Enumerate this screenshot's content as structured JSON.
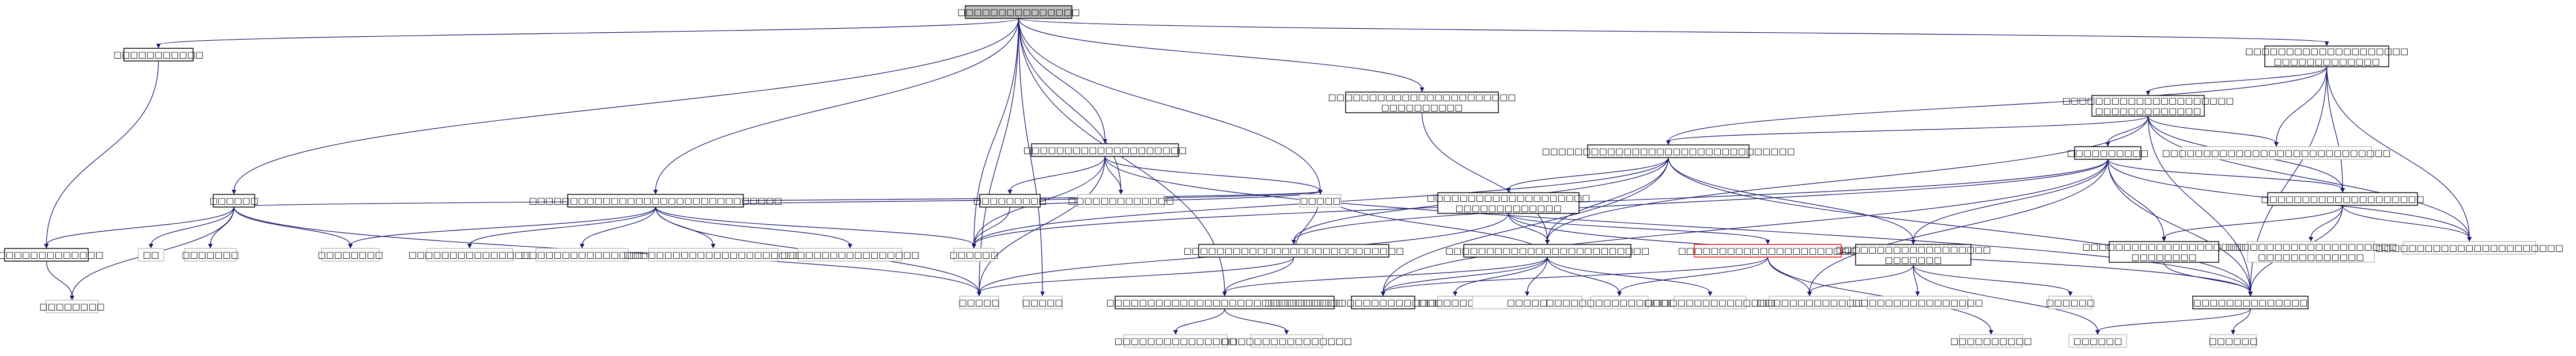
{
  "graph": {
    "edge_color": "#191970",
    "root_fill": "#bfbfbf",
    "leaf_border": "#bfbfbf",
    "highlight_border": "#ff0000",
    "nodes": [
      {
        "id": "root",
        "label": "□□□□□□□□□□□□□□□",
        "style": "root"
      },
      {
        "id": "n_a1",
        "label": "□□□□□□□□□□□",
        "style": "normal"
      },
      {
        "id": "n_a2",
        "label": "□□□□□□□□□□□□□□",
        "style": "normal"
      },
      {
        "id": "n_a3",
        "label": "□□□□□□□□",
        "style": "leaf"
      },
      {
        "id": "n_b1",
        "label": "□□□□□□",
        "style": "normal"
      },
      {
        "id": "n_b2",
        "label": "□□",
        "style": "leaf"
      },
      {
        "id": "n_b3",
        "label": "□□□□□□□",
        "style": "leaf"
      },
      {
        "id": "n_b4",
        "label": "□□□□□□□□",
        "style": "leaf"
      },
      {
        "id": "n_c1",
        "label": "□□□□□□□□□□□□□□□□□□□□□□□□□□□□□□□",
        "style": "normal"
      },
      {
        "id": "n_c2",
        "label": "□□□□□□□□□□□□□□□",
        "style": "leaf"
      },
      {
        "id": "n_c3",
        "label": "□□□□□□□□□□□□□□□",
        "style": "leaf"
      },
      {
        "id": "n_c4",
        "label": "□□□□□□□□□□□□□□□□□□□□□□",
        "style": "leaf"
      },
      {
        "id": "n_c5",
        "label": "□□□□□□□□□□□□□□□□□",
        "style": "leaf"
      },
      {
        "id": "n_c6",
        "label": "□□□□□",
        "style": "leaf"
      },
      {
        "id": "n_c7",
        "label": "□□□□□",
        "style": "leaf"
      },
      {
        "id": "n_d1",
        "label": "□□□□□□□□□□□□□□□□□□□□",
        "style": "normal"
      },
      {
        "id": "n_d2",
        "label": "□□□□□□□□□",
        "style": "normal"
      },
      {
        "id": "n_d3",
        "label": "□□□□□□□□□□□□□",
        "style": "leaf"
      },
      {
        "id": "n_d4",
        "label": "□□□□□□",
        "style": "leaf"
      },
      {
        "id": "n_d5",
        "label": "□□□□□",
        "style": "leaf"
      },
      {
        "id": "n_e1",
        "label": "□□□□□□□□□□□□□□□□□□□□□□□□□□□□",
        "style": "normal",
        "lines": [
          "□□□□□□□□□□□□□□□□□□□□□□□",
          "□□□□□□□□□□"
        ]
      },
      {
        "id": "n_e2",
        "label": "□□□□□□□□□□□□□□□□□□□□□□□□□□□",
        "style": "normal"
      },
      {
        "id": "n_e3",
        "label": "□□□□□□□□□□□□□□□□□□□□□□□□□",
        "style": "normal"
      },
      {
        "id": "n_e4",
        "label": "□□□□□□□□□□□□□□□□□□□□□□□□□□□□□",
        "style": "normal"
      },
      {
        "id": "n_e5",
        "label": "□□□□□□□□□□□□□□□",
        "style": "leaf"
      },
      {
        "id": "n_e6",
        "label": "□□□□□□□□□□□□□□□□",
        "style": "leaf"
      },
      {
        "id": "n_f1",
        "label": "□□□□□□□□□□□□□□□□□□□□□□",
        "style": "normal",
        "lines": [
          "□□□□□□□□□□□□□□□□□□□□",
          "□□□□□□□□□□□□□"
        ]
      },
      {
        "id": "n_f2",
        "label": "□□□□□□□□□□□□□□□□□□□□□□",
        "style": "normal",
        "lines": [
          "□□□□□□□□□□□□□□□□□□□□",
          "□□□□□□□□□□□□□"
        ]
      },
      {
        "id": "n_f3",
        "label": "□□□□□□□□□□",
        "style": "normal"
      },
      {
        "id": "n_f4",
        "label": "□□□□□□□□□□□□□□□□□□□□□□□□□□□□",
        "style": "leaf"
      },
      {
        "id": "n_f5",
        "label": "□□□□□□□□□□□□□□□□□□□□",
        "style": "normal"
      },
      {
        "id": "n_f6",
        "label": "□□□□□□□□□□□□□□□□□□□□□□□□□□□",
        "style": "normal",
        "lines": [
          "□□□□□□□□□□□□□□□□□□□□□",
          "□□□□□□□□□□□□□"
        ]
      },
      {
        "id": "n_g1",
        "label": "□□□□□□□□□□□□□□□□□□□□□□□□□□□□□□□",
        "style": "normal"
      },
      {
        "id": "n_g2",
        "label": "□□□□□□□□□□□□□□□□□□□□□□□□□",
        "style": "normal"
      },
      {
        "id": "n_g3",
        "label": "□□□□□□□□□□□□□□□□□□□□□□",
        "style": "red"
      },
      {
        "id": "n_g4",
        "label": "□□□□□□□□□□□□□□□□□□□□",
        "style": "normal",
        "lines": [
          "□□□□□□□□□□□□□□□□□□□□",
          "□□□□□□□□"
        ]
      },
      {
        "id": "n_g5",
        "label": "□□□□□□□□□□□□□□□□□□□",
        "style": "normal",
        "lines": [
          "□□□□□□□□□□□□□□□□□□□",
          "□□□□□□□"
        ]
      },
      {
        "id": "n_g6",
        "label": "□□□□□□□□□□□□□□□□□□□□□",
        "style": "leaf",
        "lines": [
          "□□□□□□□□□□□□□□□□□□□□□",
          "□□□□□□□□□□□□□"
        ]
      },
      {
        "id": "n_g7",
        "label": "□□□□□□□□□□□□□□□□□□□□□□□",
        "style": "leaf"
      },
      {
        "id": "n_h1",
        "label": "□□□□□□",
        "style": "normal"
      },
      {
        "id": "n_h2",
        "label": "□□□□□",
        "style": "leaf"
      },
      {
        "id": "n_h3",
        "label": "□□□□□□□□□□□□□□□□□□□□□□□□□□□□□",
        "style": "normal"
      },
      {
        "id": "n_h4",
        "label": "□□□□□□□□□",
        "style": "leaf"
      },
      {
        "id": "n_h5",
        "label": "□□□□□",
        "style": "leaf"
      },
      {
        "id": "n_h6",
        "label": "□□□□□□□□□□□□□□□□□□",
        "style": "leaf"
      },
      {
        "id": "n_h7",
        "label": "□□□□□□□□□",
        "style": "leaf"
      },
      {
        "id": "n_h8",
        "label": "□□□□□□□□□□□",
        "style": "leaf"
      },
      {
        "id": "n_h9",
        "label": "□□□□□□□□□□□□□",
        "style": "leaf"
      },
      {
        "id": "n_h10",
        "label": "□□□□□□□□□□□□□□□□",
        "style": "leaf"
      },
      {
        "id": "n_h11",
        "label": "□□□□□□",
        "style": "leaf"
      },
      {
        "id": "n_h12",
        "label": "□□□□□□□□□□□□□□",
        "style": "normal"
      },
      {
        "id": "n_i1",
        "label": "□□□□□□□□□□□□□□□□",
        "style": "leaf"
      },
      {
        "id": "n_i2",
        "label": "□□□□□□□□□□",
        "style": "leaf"
      },
      {
        "id": "n_i3",
        "label": "□□□□□□",
        "style": "leaf"
      },
      {
        "id": "n_i4",
        "label": "□□□□□□",
        "style": "leaf"
      }
    ]
  }
}
